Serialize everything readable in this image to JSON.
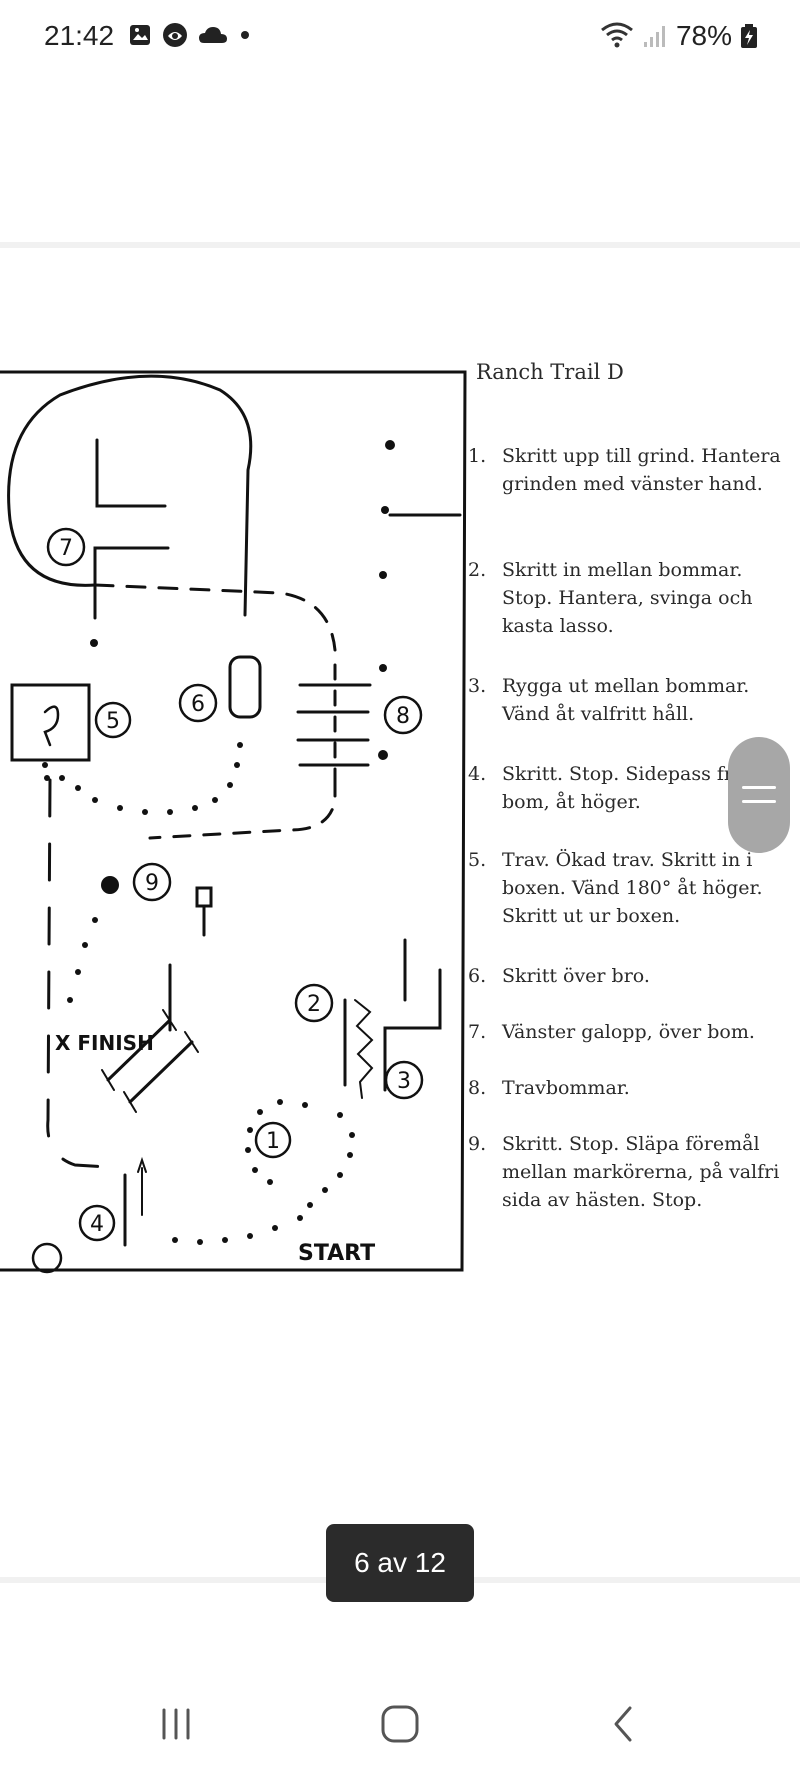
{
  "status_bar": {
    "time": "21:42",
    "battery": "78%",
    "icons": [
      "gallery-icon",
      "face-icon",
      "cloud-icon",
      "dot-icon",
      "wifi-icon",
      "signal-icon",
      "battery-icon"
    ]
  },
  "document": {
    "title": "Ranch Trail D",
    "steps": [
      {
        "num": "1.",
        "text": "Skritt upp till grind. Hantera grinden med vänster hand."
      },
      {
        "num": "2.",
        "text": "Skritt in mellan bommar. Stop. Hantera, svinga och kasta lasso."
      },
      {
        "num": "3.",
        "text": "Rygga ut mellan bommar. Vänd åt valfritt håll."
      },
      {
        "num": "4.",
        "text": "Skritt. Stop. Sidepass framför bom, åt höger."
      },
      {
        "num": "5.",
        "text": "Trav. Ökad trav. Skritt in i boxen. Vänd 180° åt höger. Skritt ut ur boxen."
      },
      {
        "num": "6.",
        "text": "Skritt över bro."
      },
      {
        "num": "7.",
        "text": "Vänster galopp, över bom."
      },
      {
        "num": "8.",
        "text": "Travbommar."
      },
      {
        "num": "9.",
        "text": "Skritt. Stop. Släpa föremål mellan markörerna, på valfri sida av hästen. Stop."
      }
    ]
  },
  "diagram": {
    "finish_label": "X FINISH",
    "start_label": "START",
    "markers": [
      "1",
      "2",
      "3",
      "4",
      "5",
      "6",
      "7",
      "8",
      "9"
    ]
  },
  "viewer": {
    "page_indicator": "6 av 12"
  }
}
